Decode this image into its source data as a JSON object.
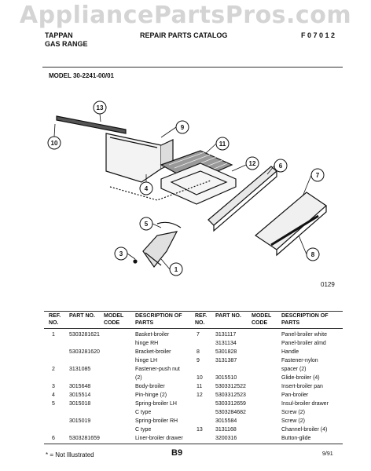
{
  "watermark": "AppliancePartsPros.com",
  "header": {
    "brand": "TAPPAN",
    "product": "GAS RANGE",
    "title": "REPAIR PARTS CATALOG",
    "code": "F 0 7 0 1 2"
  },
  "model_label": "MODEL 30-2241-00/01",
  "figure_code": "0129",
  "callouts": [
    "13",
    "10",
    "9",
    "11",
    "4",
    "12",
    "6",
    "7",
    "5",
    "3",
    "8",
    "1"
  ],
  "table": {
    "headers": [
      "REF. NO.",
      "PART NO.",
      "MODEL CODE",
      "DESCRIPTION OF PARTS"
    ],
    "left_rows": [
      {
        "ref": "1",
        "part": "5303281621",
        "code": "",
        "desc": "Basket-broiler"
      },
      {
        "ref": "",
        "part": "",
        "code": "",
        "desc": "hinge RH"
      },
      {
        "ref": "",
        "part": "5303281620",
        "code": "",
        "desc": "Bracket-broiler"
      },
      {
        "ref": "",
        "part": "",
        "code": "",
        "desc": "hinge LH"
      },
      {
        "ref": "2",
        "part": "3131085",
        "code": "",
        "desc": "Fastener-push nut"
      },
      {
        "ref": "",
        "part": "",
        "code": "",
        "desc": "(2)"
      },
      {
        "ref": "3",
        "part": "3015648",
        "code": "",
        "desc": "Body-broiler"
      },
      {
        "ref": "4",
        "part": "3015514",
        "code": "",
        "desc": "Pin-hinge (2)"
      },
      {
        "ref": "5",
        "part": "3015018",
        "code": "",
        "desc": "Spring-broiler LH"
      },
      {
        "ref": "",
        "part": "",
        "code": "",
        "desc": "C type"
      },
      {
        "ref": "",
        "part": "3015019",
        "code": "",
        "desc": "Spring-broiler RH"
      },
      {
        "ref": "",
        "part": "",
        "code": "",
        "desc": "C type"
      },
      {
        "ref": "6",
        "part": "5303281659",
        "code": "",
        "desc": "Liner-broiler drawer"
      }
    ],
    "right_rows": [
      {
        "ref": "7",
        "part": "3131117",
        "code": "",
        "desc": "Panel-broiler white"
      },
      {
        "ref": "",
        "part": "3131134",
        "code": "",
        "desc": "Panel-broiler almd"
      },
      {
        "ref": "8",
        "part": "5301828",
        "code": "",
        "desc": "Handle"
      },
      {
        "ref": "9",
        "part": "3131387",
        "code": "",
        "desc": "Fastener-nylon"
      },
      {
        "ref": "",
        "part": "",
        "code": "",
        "desc": "spacer (2)"
      },
      {
        "ref": "10",
        "part": "3015510",
        "code": "",
        "desc": "Glide-broiler (4)"
      },
      {
        "ref": "11",
        "part": "5303312522",
        "code": "",
        "desc": "Insert-broiler pan"
      },
      {
        "ref": "12",
        "part": "5303312523",
        "code": "",
        "desc": "Pan-broiler"
      },
      {
        "ref": "",
        "part": "5303312659",
        "code": "",
        "desc": "Insul-broiler drawer"
      },
      {
        "ref": "",
        "part": "5303284682",
        "code": "",
        "desc": "Screw (2)"
      },
      {
        "ref": "",
        "part": "3015584",
        "code": "",
        "desc": "Screw (2)"
      },
      {
        "ref": "13",
        "part": "3131168",
        "code": "",
        "desc": "Channel-broiler (4)"
      },
      {
        "ref": "",
        "part": "3200316",
        "code": "",
        "desc": "Button-glide"
      }
    ]
  },
  "footer": {
    "note": "* = Not Illustrated",
    "page": "B9",
    "date": "9/91"
  }
}
